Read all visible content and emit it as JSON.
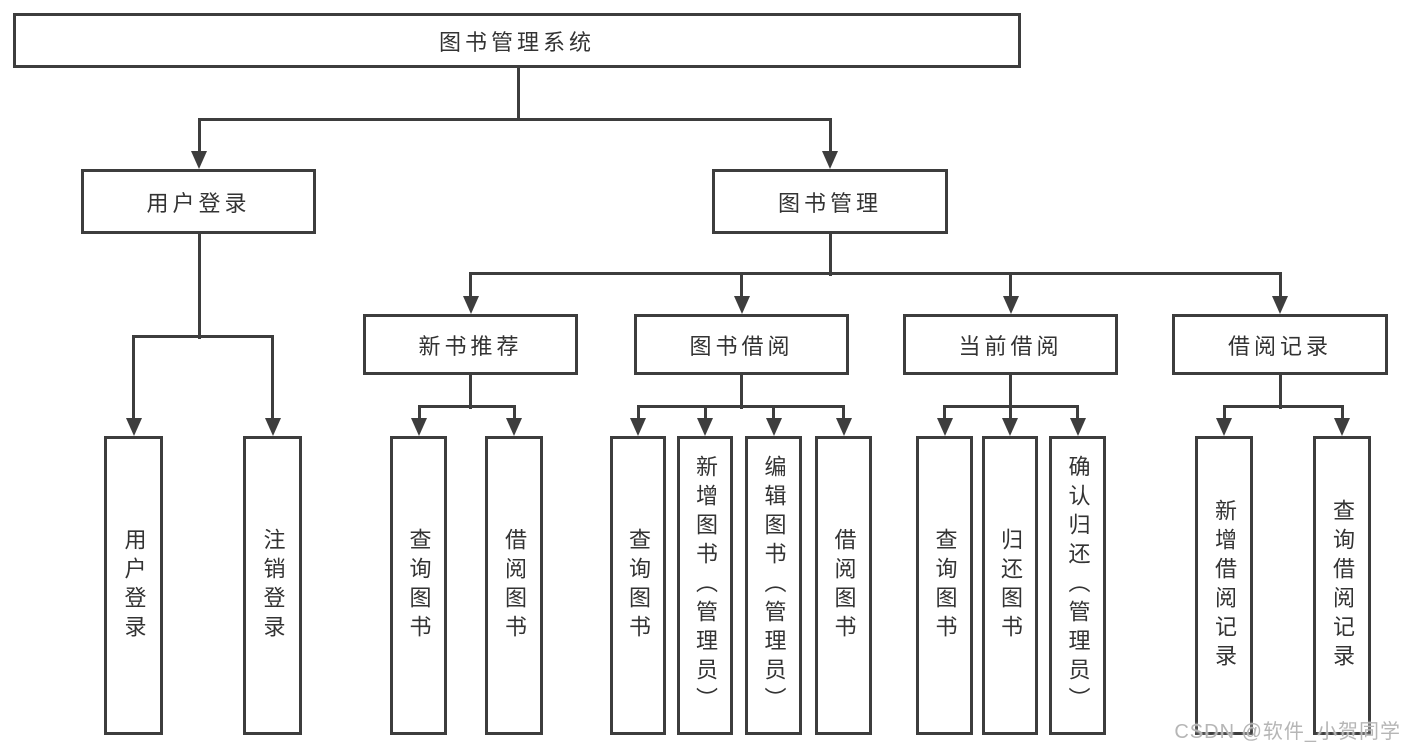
{
  "diagram": {
    "root": {
      "label": "图书管理系统"
    },
    "branches": [
      {
        "label": "用户登录",
        "children": [
          {
            "label": "用户登录"
          },
          {
            "label": "注销登录"
          }
        ]
      },
      {
        "label": "图书管理",
        "children": [
          {
            "label": "新书推荐",
            "children": [
              {
                "label": "查询图书"
              },
              {
                "label": "借阅图书"
              }
            ]
          },
          {
            "label": "图书借阅",
            "children": [
              {
                "label": "查询图书"
              },
              {
                "label": "新增图书（管理员）"
              },
              {
                "label": "编辑图书（管理员）"
              },
              {
                "label": "借阅图书"
              }
            ]
          },
          {
            "label": "当前借阅",
            "children": [
              {
                "label": "查询图书"
              },
              {
                "label": "归还图书"
              },
              {
                "label": "确认归还（管理员）"
              }
            ]
          },
          {
            "label": "借阅记录",
            "children": [
              {
                "label": "新增借阅记录"
              },
              {
                "label": "查询借阅记录"
              }
            ]
          }
        ]
      }
    ]
  },
  "watermark": "CSDN @软件_小贺同学",
  "colors": {
    "line": "#3d3d3d",
    "text": "#333333",
    "watermark": "#b6b6b6",
    "background": "#ffffff"
  }
}
